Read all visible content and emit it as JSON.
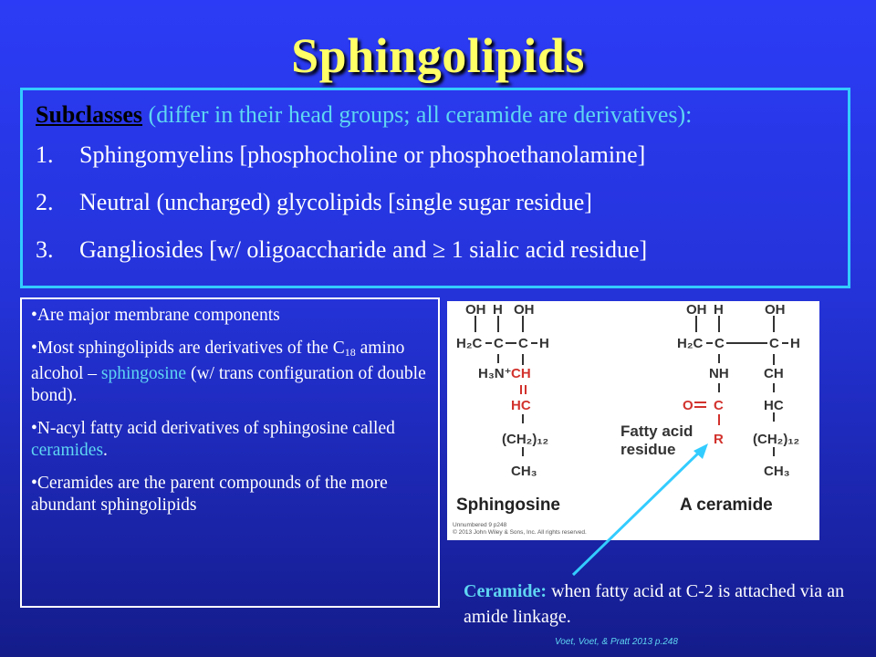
{
  "title": "Sphingolipids",
  "subclasses": {
    "keyword": "Subclasses",
    "intro": " (differ in their head groups; all ceramide are derivatives):",
    "items": [
      {
        "num": "1.",
        "text": "Sphingomyelins [phosphocholine or phosphoethanolamine]"
      },
      {
        "num": "2.",
        "text": "Neutral (uncharged) glycolipids [single sugar residue]"
      },
      {
        "num": "3.",
        "text": "Gangliosides [w/ oligoaccharide and ≥ 1 sialic acid residue]"
      }
    ]
  },
  "bullets": {
    "b1": "•Are major membrane components",
    "b2_pre": "•Most sphingolipids are derivatives of the C",
    "b2_sub": "18",
    "b2_mid": " amino alcohol – ",
    "b2_hl": "sphingosine",
    "b2_post": " (w/ trans configuration of double bond).",
    "b3_pre": "•N-acyl fatty acid derivatives of sphingosine called ",
    "b3_hl": "ceramides",
    "b3_post": ".",
    "b4": "•Ceramides are the parent compounds of the more abundant sphingolipids"
  },
  "figure": {
    "left_label": "Sphingosine",
    "right_label": "A ceramide",
    "fatty_label_1": "Fatty acid",
    "fatty_label_2": "residue",
    "credit_1": "Unnumbered 9 p248",
    "credit_2": "© 2013 John Wiley & Sons, Inc. All rights reserved.",
    "left": {
      "oh1": "OH",
      "h_top": "H",
      "oh2": "OH",
      "h2c": "H₂C",
      "c1": "C",
      "c2": "C",
      "h_right": "H",
      "h3n": "H₃N⁺",
      "ch": "CH",
      "hc": "HC",
      "ch2": "(CH₂)₁₂",
      "ch3": "CH₃"
    },
    "right": {
      "oh1": "OH",
      "h_top": "H",
      "oh2": "OH",
      "h2c": "H₂C",
      "c1": "C",
      "c2": "C",
      "h_right": "H",
      "nh": "NH",
      "ch": "CH",
      "oc": "O",
      "c3": "C",
      "hc": "HC",
      "r": "R",
      "ch2": "(CH₂)₁₂",
      "ch3": "CH₃"
    }
  },
  "caption": {
    "keyword": "Ceramide:",
    "text": " when fatty acid at C-2 is attached via an amide linkage."
  },
  "citation": "Voet, Voet, & Pratt 2013 p.248",
  "colors": {
    "title": "#ffff66",
    "accent": "#5fd6f2",
    "box_border": "#33ccff",
    "red_group": "#d2322d",
    "arrow": "#33ccff"
  }
}
